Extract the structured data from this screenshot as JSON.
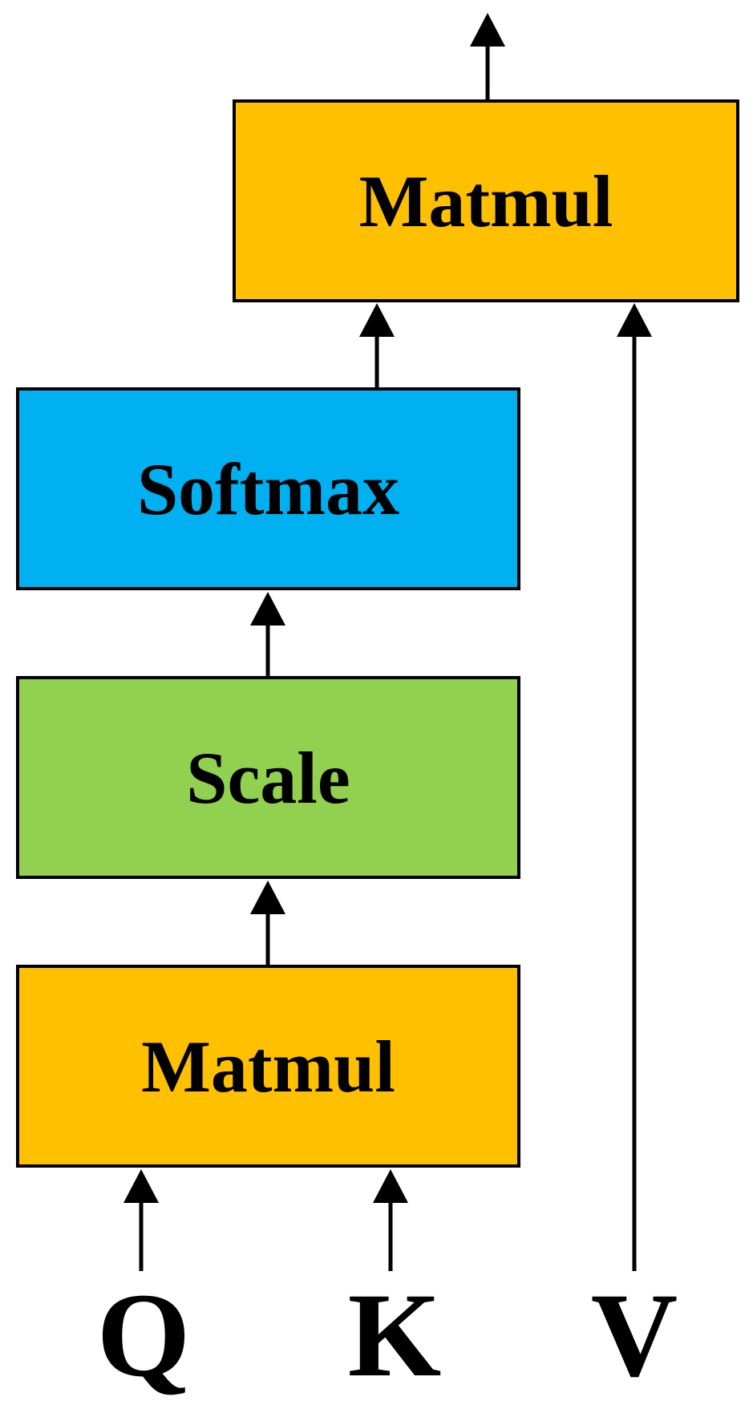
{
  "blocks": {
    "matmul_top": {
      "label": "Matmul",
      "color": "#FFC000"
    },
    "softmax": {
      "label": "Softmax",
      "color": "#00B0F0"
    },
    "scale": {
      "label": "Scale",
      "color": "#92D050"
    },
    "matmul_bottom": {
      "label": "Matmul",
      "color": "#FFC000"
    }
  },
  "inputs": {
    "q": "Q",
    "k": "K",
    "v": "V"
  },
  "line_color": "#000000"
}
